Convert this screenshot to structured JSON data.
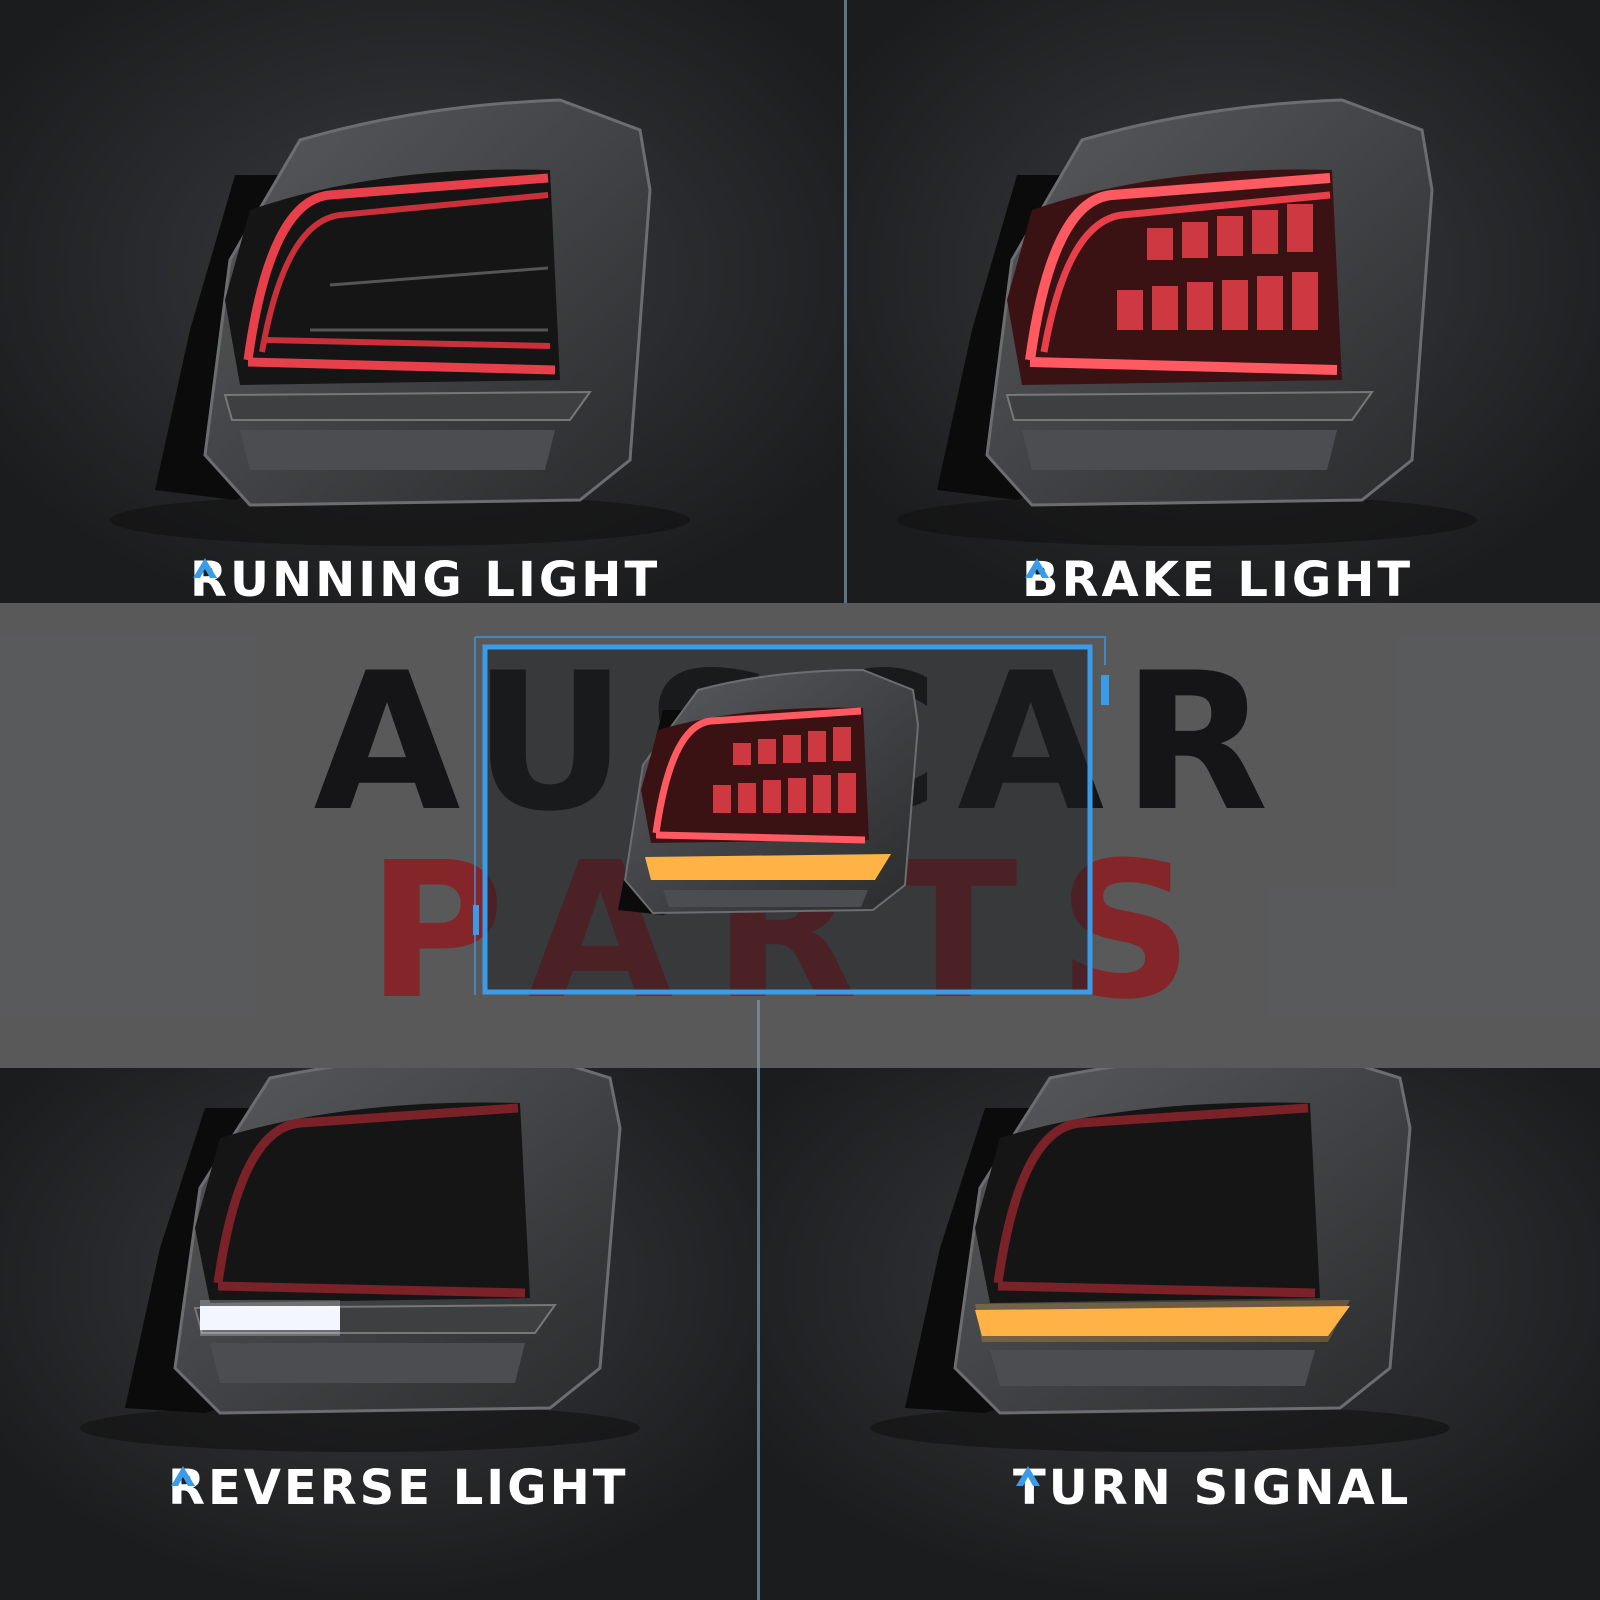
{
  "panels": {
    "running": {
      "caption": "RUNNING LIGHT"
    },
    "brake": {
      "caption": "BRAKE LIGHT"
    },
    "reverse": {
      "caption": "REVERSE LIGHT"
    },
    "turn": {
      "caption": "TURN SIGNAL"
    }
  },
  "watermark": {
    "line1": "AUSCAR",
    "line2": "PARTS"
  },
  "colors": {
    "background": "#1c1d1f",
    "accent_blue": "#3a9be8",
    "red_light": "#e8404a",
    "amber": "#ffb347",
    "white_reverse": "#f4f6ff",
    "watermark_red": "#8c1c22"
  }
}
